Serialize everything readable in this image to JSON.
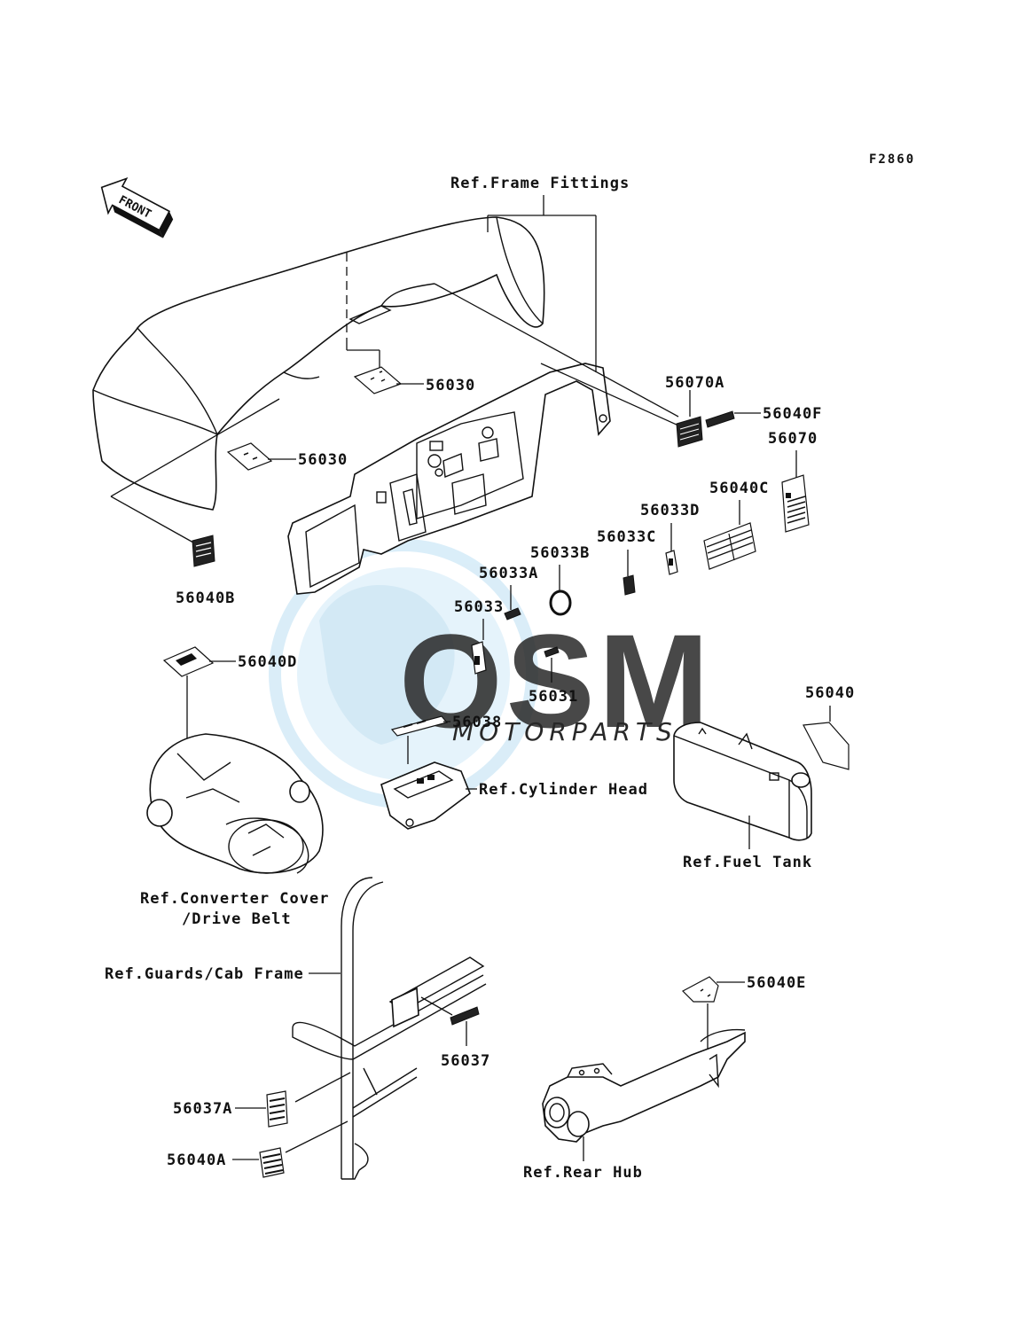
{
  "figure_code": "F2860",
  "front_arrow": "FRONT",
  "watermark": {
    "logo": "OSM",
    "subtitle": "MOTORPARTS"
  },
  "references": {
    "frame_fittings": "Ref.Frame Fittings",
    "cylinder_head": "Ref.Cylinder Head",
    "fuel_tank": "Ref.Fuel Tank",
    "converter_cover_1": "Ref.Converter Cover",
    "converter_cover_2": "/Drive Belt",
    "guards_cab_frame": "Ref.Guards/Cab Frame",
    "rear_hub": "Ref.Rear Hub"
  },
  "parts": {
    "p56030_top": "56030",
    "p56030_left": "56030",
    "p56040B": "56040B",
    "p56070A": "56070A",
    "p56040F": "56040F",
    "p56070": "56070",
    "p56040C": "56040C",
    "p56033D": "56033D",
    "p56033C": "56033C",
    "p56033B": "56033B",
    "p56033A": "56033A",
    "p56033": "56033",
    "p56031": "56031",
    "p56040D": "56040D",
    "p56038": "56038",
    "p56040": "56040",
    "p56040E": "56040E",
    "p56037": "56037",
    "p56037A": "56037A",
    "p56040A": "56040A"
  },
  "colors": {
    "line": "#111111",
    "watermark_blue": "#cfe9f7",
    "watermark_gray": "#d4d4d4"
  }
}
